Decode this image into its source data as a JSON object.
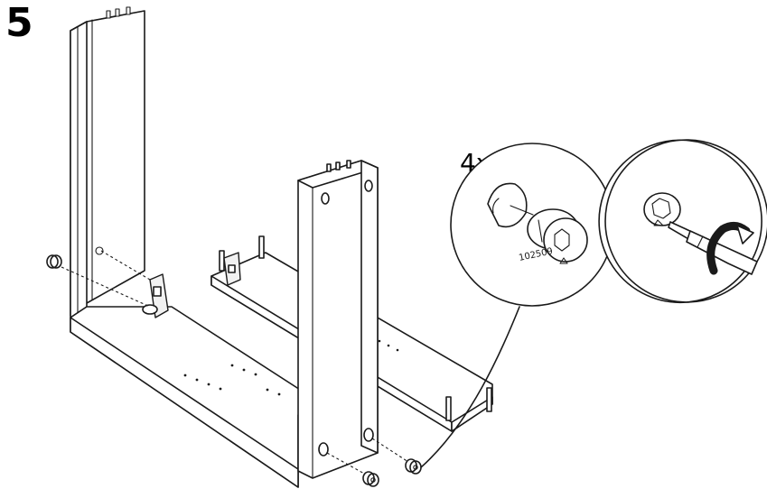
{
  "step": {
    "number": "5"
  },
  "detail_callout": {
    "quantity": "4x",
    "part_number": "102509"
  },
  "icons": {
    "cam_lock": "cam-lock-icon",
    "screwdriver": "screwdriver-icon",
    "rotation_arrow": "rotate-clockwise-icon"
  }
}
